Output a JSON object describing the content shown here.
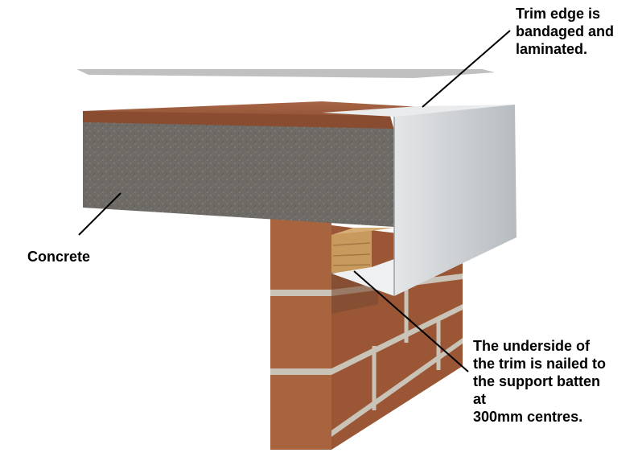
{
  "labels": {
    "trim_edge": "Trim edge is\nbandaged and\nlaminated.",
    "concrete": "Concrete",
    "underside": "The underside of\nthe trim is nailed to\nthe support batten\nat\n300mm centres."
  },
  "colors": {
    "background": "#ffffff",
    "concrete": "#6e6a65",
    "roof_deck": "#9a5a3a",
    "brick": "#a8643f",
    "mortar": "#c9c3b8",
    "trim": "#c8ccd0",
    "batten": "#c89a5e",
    "leader_lines": "#000000"
  }
}
